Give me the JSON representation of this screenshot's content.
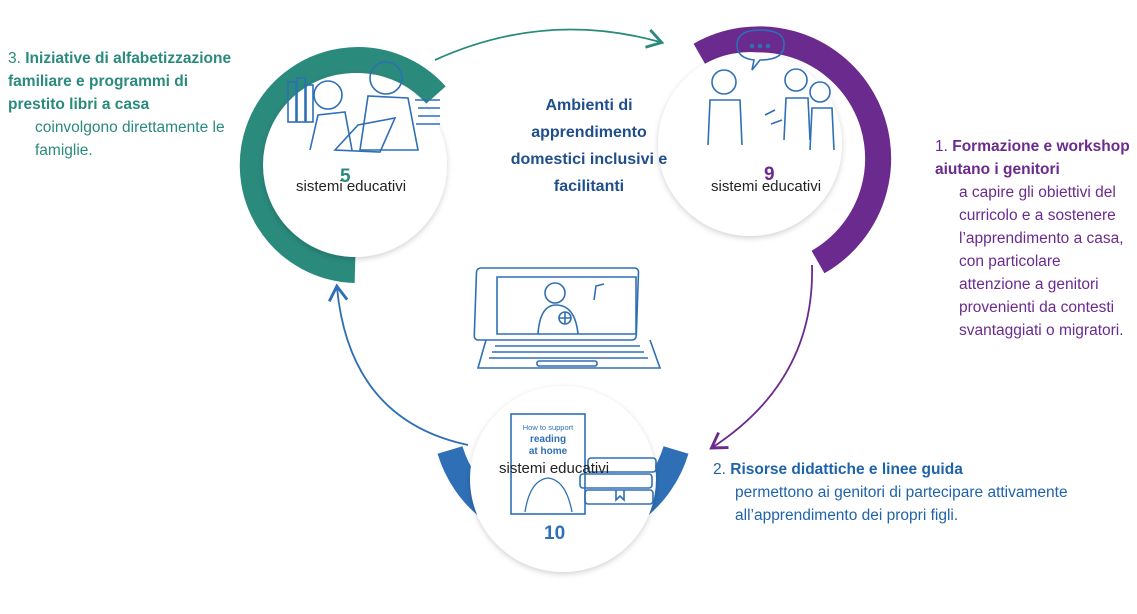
{
  "center_title": "Ambienti di apprendimento domestici inclusivi e facilitanti",
  "circles": [
    {
      "id": "left",
      "label": "sistemi educativi",
      "number": "5",
      "color": "#2a8a7c"
    },
    {
      "id": "right",
      "label": "sistemi educativi",
      "number": "9",
      "color": "#6b2a8d"
    },
    {
      "id": "bottom",
      "label": "sistemi educativi",
      "number": "10",
      "color": "#2f6fb5"
    }
  ],
  "book_cover": {
    "line1": "How to support",
    "line2": "reading",
    "line3": "at home"
  },
  "items": [
    {
      "num": "1.",
      "bold": "Formazione e workshop aiutano i genitori",
      "rest": "a capire gli obiettivi del curricolo e a sostenere l’apprendimento a casa, con particolare attenzione a genitori provenienti da contesti svantaggiati o migratori."
    },
    {
      "num": "2.",
      "bold": "Risorse didattiche e linee guida",
      "rest": "permettono ai genitori di partecipare attivamente all’apprendimento dei propri figli."
    },
    {
      "num": "3.",
      "bold": "Iniziative di alfabetizzazione familiare e programmi di prestito libri a casa",
      "rest": "coinvolgono direttamente le famiglie."
    }
  ],
  "colors": {
    "teal": "#2a8a7c",
    "purple": "#6b2a8d",
    "blue": "#2f6fb5",
    "title": "#1f4e8c"
  },
  "icons": [
    "family-reading-icon",
    "parents-talking-icon",
    "laptop-video-call-icon",
    "books-stack-icon",
    "guide-booklet-icon"
  ]
}
